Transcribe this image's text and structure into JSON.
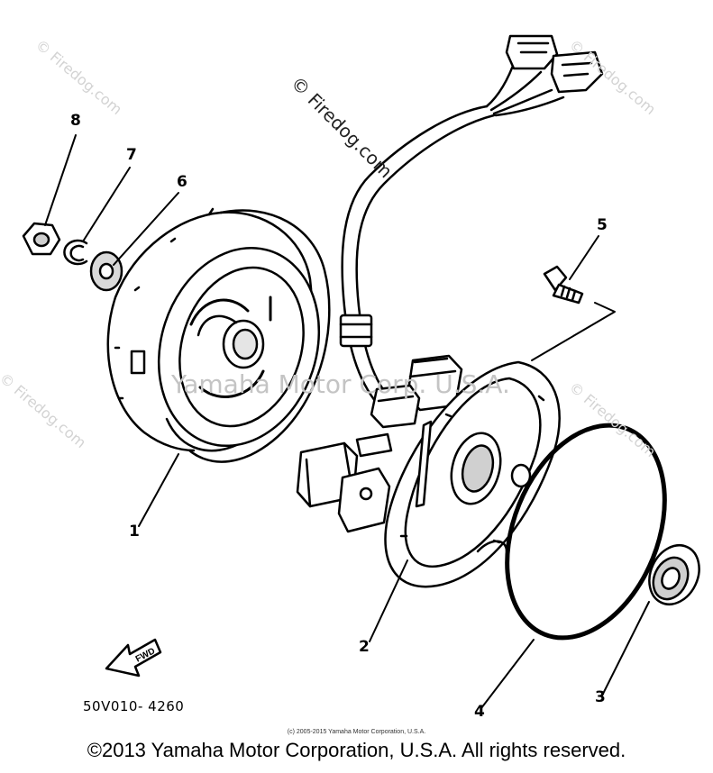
{
  "watermarks": {
    "firedog_top": "© Firedog.com",
    "firedog_repeat": "© Firedog.com",
    "center": "Yamaha Motor Corp. U.S.A."
  },
  "callouts": [
    "1",
    "2",
    "3",
    "4",
    "5",
    "6",
    "7",
    "8"
  ],
  "part_code": "50V010- 4260",
  "fwd_label": "FWD",
  "small_copyright": "(c) 2005-2015 Yamaha Motor Corporation, U.S.A.",
  "copyright": "©2013 Yamaha Motor Corporation, U.S.A. All rights reserved."
}
